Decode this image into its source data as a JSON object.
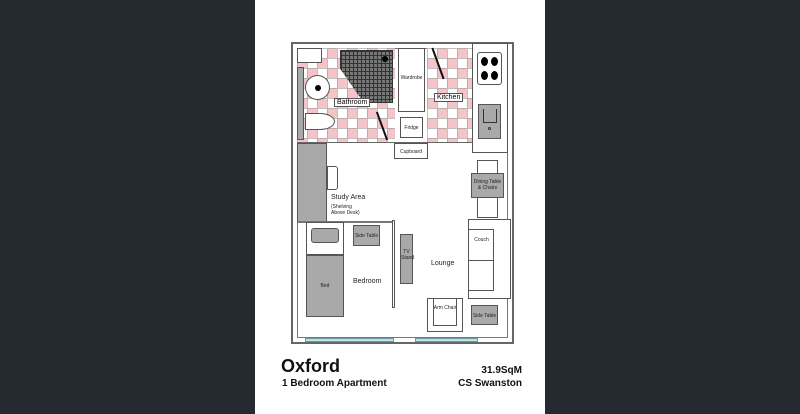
{
  "plan": {
    "rooms": {
      "bathroom": "Bathroom",
      "kitchen": "Kitchen",
      "study": "Study Area",
      "study_note": "(Shelving Above Desk)",
      "bedroom": "Bedroom",
      "lounge": "Lounge"
    },
    "fixtures": {
      "wardrobe": "Wardrobe",
      "fridge": "Fridge",
      "cupboard": "Cupboard",
      "dining": "Dining Table & Chairs",
      "side_table_left": "Side Table",
      "tv_stand": "TV Stand",
      "bed": "Bed",
      "couch": "Couch",
      "arm_chair": "Arm Chair",
      "side_table_right": "Side Table"
    }
  },
  "footer": {
    "name": "Oxford",
    "type": "1 Bedroom Apartment",
    "area": "31.9SqM",
    "building": "CS Swanston"
  },
  "colors": {
    "background": "#252a30",
    "tile": "#f4c4c8",
    "window": "#bfe0e6",
    "furniture": "#a9a9a9"
  }
}
